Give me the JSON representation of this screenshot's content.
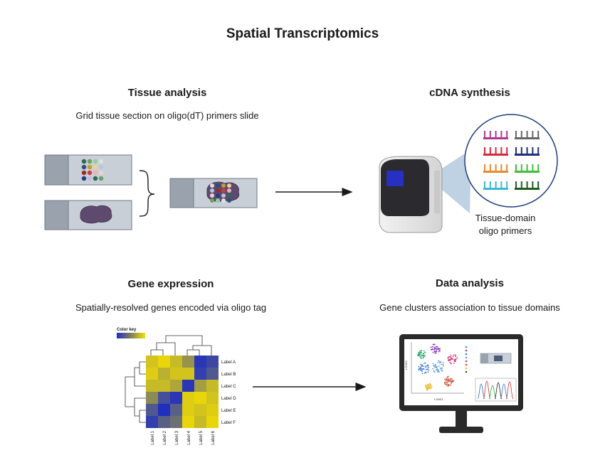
{
  "title": "Spatial Transcriptomics",
  "sections": {
    "tissue": {
      "title": "Tissue analysis",
      "subtitle": "Grid tissue section on oligo(dT) primers slide"
    },
    "cdna": {
      "title": "cDNA synthesis",
      "label_line1": "Tissue-domain",
      "label_line2": "oligo primers"
    },
    "gene": {
      "title": "Gene expression",
      "subtitle": "Spatially-resolved genes encoded via oligo tag"
    },
    "data": {
      "title": "Data analysis",
      "subtitle": "Gene clusters association to tissue domains"
    }
  },
  "heatmap": {
    "color_key_label": "Color key",
    "row_labels": [
      "Label A",
      "Label B",
      "Label C",
      "Label D",
      "Label E",
      "Label F"
    ],
    "col_labels": [
      "Label 1",
      "Label 2",
      "Label 3",
      "Label 4",
      "Label 5",
      "Label 6"
    ],
    "values": [
      [
        0.85,
        0.95,
        0.8,
        0.6,
        0.05,
        0.15
      ],
      [
        0.9,
        0.75,
        0.85,
        0.85,
        0.1,
        0.25
      ],
      [
        0.8,
        0.8,
        0.7,
        0.05,
        0.65,
        0.8
      ],
      [
        0.55,
        0.2,
        0.05,
        0.9,
        0.95,
        0.85
      ],
      [
        0.25,
        0.0,
        0.3,
        0.9,
        0.85,
        0.9
      ],
      [
        0.1,
        0.3,
        0.4,
        0.95,
        0.8,
        0.95
      ]
    ],
    "low_color": "#1f2fbf",
    "high_color": "#f5e000"
  },
  "primer_colors": [
    "#b0388f",
    "#666666",
    "#d8283c",
    "#1d2f7c",
    "#e8892a",
    "#3fbf3a",
    "#3ab8d6",
    "#1f5c1f"
  ],
  "dot_colors": [
    "#2e6a55",
    "#6aa06a",
    "#8fd39a",
    "#e0e0e0",
    "#2e4f7a",
    "#c0a030",
    "#f0d090",
    "#b0c8e0",
    "#9a2c2c",
    "#c84040",
    "#f0b0b0",
    "#f0d0d0",
    "#1e3f8a",
    "#c0c0e0"
  ]
}
